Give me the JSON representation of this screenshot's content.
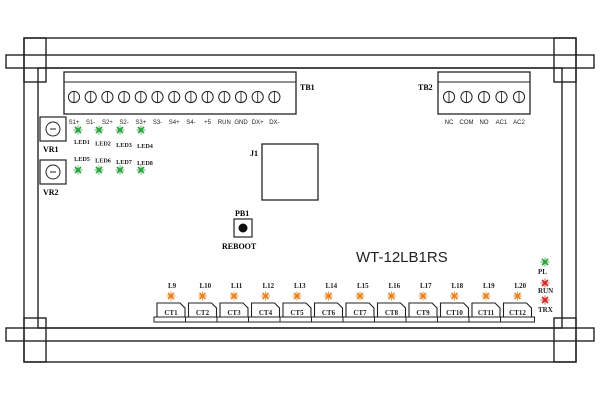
{
  "model": "WT-12LB1RS",
  "colors": {
    "outline": "#222222",
    "led_green": "#2aa339",
    "led_orange": "#e8801c",
    "led_red": "#d42a1f"
  },
  "tb1": {
    "label": "TB1",
    "pins": [
      "S1+",
      "S1-",
      "S2+",
      "S2-",
      "S3+",
      "S3-",
      "S4+",
      "S4-",
      "+5",
      "RUN",
      "GND",
      "DX+",
      "DX-"
    ]
  },
  "tb2": {
    "label": "TB2",
    "pins": [
      "NC",
      "COM",
      "NO",
      "AC1",
      "AC2"
    ]
  },
  "vr": [
    {
      "label": "VR1"
    },
    {
      "label": "VR2"
    }
  ],
  "leds_top": [
    {
      "label": "LED1",
      "color": "green"
    },
    {
      "label": "LED2",
      "color": "green"
    },
    {
      "label": "LED3",
      "color": "green"
    },
    {
      "label": "LED4",
      "color": "green"
    },
    {
      "label": "LED5",
      "color": "green"
    },
    {
      "label": "LED6",
      "color": "green"
    },
    {
      "label": "LED7",
      "color": "green"
    },
    {
      "label": "LED8",
      "color": "green"
    }
  ],
  "j1": {
    "label": "J1"
  },
  "pb1": {
    "label": "PB1",
    "caption": "REBOOT"
  },
  "channels": [
    {
      "led": "L9",
      "ct": "CT1"
    },
    {
      "led": "L10",
      "ct": "CT2"
    },
    {
      "led": "L11",
      "ct": "CT3"
    },
    {
      "led": "L12",
      "ct": "CT4"
    },
    {
      "led": "L13",
      "ct": "CT5"
    },
    {
      "led": "L14",
      "ct": "CT6"
    },
    {
      "led": "L15",
      "ct": "CT7"
    },
    {
      "led": "L16",
      "ct": "CT8"
    },
    {
      "led": "L17",
      "ct": "CT9"
    },
    {
      "led": "L18",
      "ct": "CT10"
    },
    {
      "led": "L19",
      "ct": "CT11"
    },
    {
      "led": "L20",
      "ct": "CT12"
    }
  ],
  "status_leds": [
    {
      "label": "PL",
      "color": "green"
    },
    {
      "label": "RUN",
      "color": "red"
    },
    {
      "label": "TRX",
      "color": "red"
    }
  ]
}
